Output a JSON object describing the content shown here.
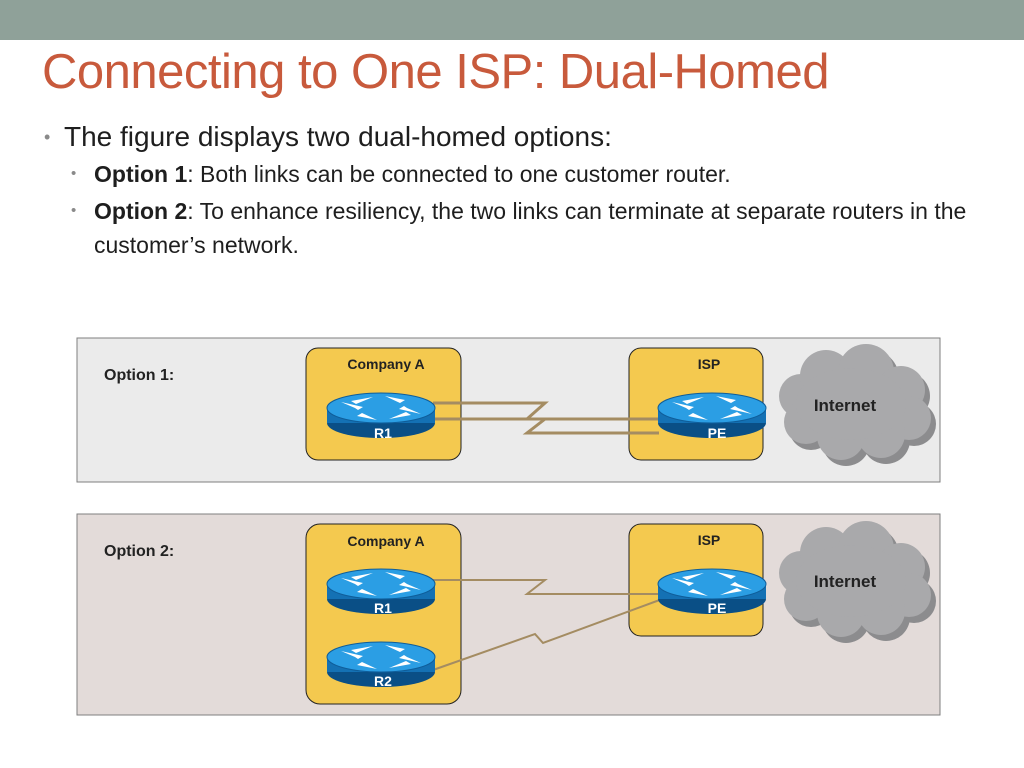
{
  "slide": {
    "title": "Connecting to One ISP: Dual-Homed",
    "bullet_main": "The figure displays two dual-homed options:",
    "sub_bullets": [
      {
        "label": "Option 1",
        "text": ": Both links can be connected to one customer router."
      },
      {
        "label": "Option 2",
        "text": ": To enhance resiliency, the two links can terminate at separate routers in the customer’s network."
      }
    ]
  },
  "diagram": {
    "option1": {
      "label": "Option 1:",
      "company": "Company A",
      "isp": "ISP",
      "router_r1": "R1",
      "router_pe": "PE",
      "cloud": "Internet"
    },
    "option2": {
      "label": "Option 2:",
      "company": "Company A",
      "isp": "ISP",
      "router_r1": "R1",
      "router_r2": "R2",
      "router_pe": "PE",
      "cloud": "Internet"
    }
  },
  "colors": {
    "title": "#c85a3c",
    "topbar": "#8fa199",
    "site_fill": "#f4c94f",
    "router_fill": "#1f8ed1",
    "link": "#a48c62",
    "cloud": "#a9a9ab"
  }
}
